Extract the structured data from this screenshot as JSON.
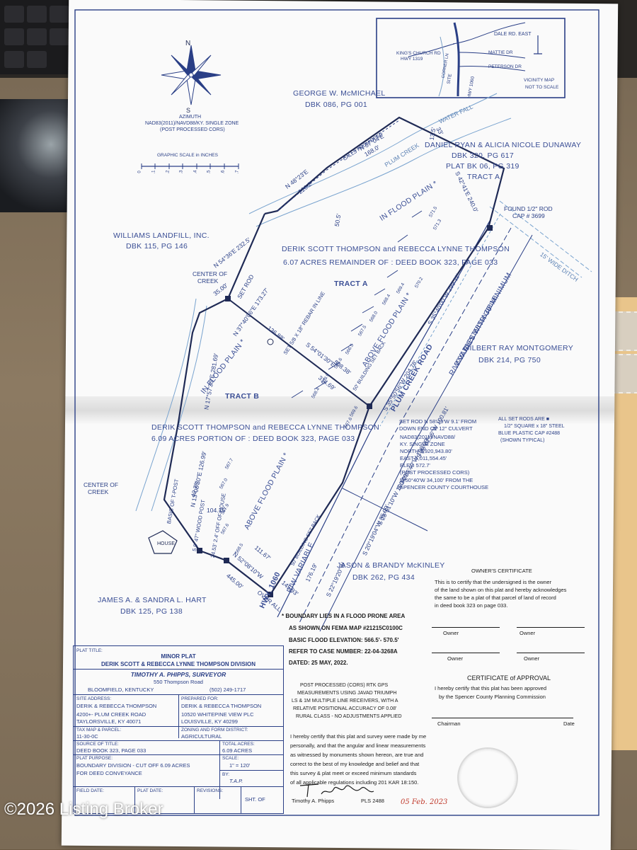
{
  "vicinity": {
    "roads": [
      "DALE RD. EAST",
      "KING'S CHURCH RD",
      "HWY 1319",
      "CORNER LN",
      "MATTIE DR",
      "PETERSON DR",
      "SITE",
      "HWY 1060"
    ],
    "caption": "VICINITY MAP",
    "caption2": "NOT TO SCALE"
  },
  "north": {
    "azimuth": "AZIMUTH",
    "datum": "NAD83(2011)/NAVD88/KY. SINGLE ZONE",
    "datum2": "(POST PROCESSED CORS)",
    "scale_title": "GRAPHIC SCALE in INCHES",
    "scale_ticks": [
      "0",
      ".1",
      ".2",
      ".3",
      ".4",
      ".5",
      ".6",
      ".7"
    ]
  },
  "owners": {
    "mcmichael_name": "GEORGE W. McMICHAEL",
    "mcmichael_dbk": "DBK 086, PG 001",
    "dunaway_name": "DANIEL RYAN & ALICIA NICOLE DUNAWAY",
    "dunaway_dbk": "DBK 320, PG 617",
    "dunaway_plat": "PLAT BK 06, PG 319",
    "dunaway_tract": "TRACT A",
    "landfill_name": "WILLIAMS LANDFILL, INC.",
    "landfill_dbk": "DBK 115, PG 146",
    "montgomery_name": "GILBERT RAY MONTGOMERY",
    "montgomery_dbk": "DBK 214, PG 750",
    "mckinley_name": "JASON & BRANDY McKINLEY",
    "mckinley_dbk": "DBK 262, PG 434",
    "hart_name": "JAMES A. & SANDRA L. HART",
    "hart_dbk": "DBK 125, PG 138"
  },
  "tracts": {
    "a_owner": "DERIK SCOTT THOMPSON and REBECCA LYNNE THOMPSON",
    "a_desc": "6.07 ACRES REMAINDER OF : DEED BOOK 323, PAGE 033",
    "a_label": "TRACT A",
    "b_label": "TRACT B",
    "b_owner": "DERIK SCOTT THOMPSON and REBECCA LYNNE THOMPSON",
    "b_desc": "6.09 ACRES PORTION OF : DEED BOOK 323, PAGE 033",
    "flood1": "IN FLOOD PLAIN *",
    "flood2": "IN FLOOD PLAIN *",
    "above1": "ABOVE FLOOD PLAIN *",
    "above2": "ABOVE FLOOD PLAIN *"
  },
  "features": {
    "plum_creek": "PLUM CREEK",
    "water_fall": "WATER FALL",
    "ditch": "15' WIDE DITCH",
    "found_rod": "FOUND 1/2\" ROD",
    "found_cap": "CAP # 3699",
    "center_creek1": "CENTER OF",
    "center_creek1b": "CREEK",
    "center_creek2": "CENTER OF",
    "center_creek2b": "CREEK",
    "set_rod": "SET ROD",
    "rebar": "SET 5/8 X 18\" REBAR IN LINE",
    "house": "HOUSE",
    "road1": "PLUM CREEK ROAD",
    "road1_row": "R/W VARIES WITH 30' MINIMUM",
    "road2": "HWY. 1060",
    "road2_row": "R/W VARIABLE",
    "to_peterson": "2000' TO PETERSON DRIVE",
    "bldg_setback": "50' BUILDING SET BACK",
    "calls": "CALLS FROM DEED"
  },
  "bearings": {
    "b1": "N 48°23'E",
    "d1": "226.2'",
    "b2": "N 57°04'E",
    "d2": "168.0'",
    "b3": "N 54°36'E  232.5'",
    "b4": "S 42°41'E  240.0'",
    "b5": "S 35°40'00\"W  299.11'",
    "b6": "S 54°01'30\"E",
    "d6a": "136.88'",
    "d6b": "508.38'",
    "d6c": "314.69'",
    "b7": "S 35°50'56\"W  204.78'",
    "b8": "N 37°40'06\"E  173.27'",
    "b9": "N 17°57'30\"E  281.69'",
    "b10": "N 13°08'30\"E  126.99'",
    "d10": "42.78'",
    "d11": "104.15'",
    "d12": "111.67'",
    "b13": "N 52°08'10\"W",
    "d13": "445.00'",
    "d13b": "OVER ALL",
    "d14": "145.93'",
    "d15": "176.19'",
    "b16": "S 22°19'20\"W",
    "b17": "S 20°19'04\"W  85.09'",
    "b18": "S 28°51'10\"W  100.00'",
    "b19": "S 34°05'40\"W  100.00'",
    "b20": "S 38°02'56\"W  100.81'",
    "wood_post": "5.0' 47\" WOOD POST",
    "off_house": "24.53' 2.4' OFF OF HOUSE",
    "basic_tpost": "BASIC OF T-POST",
    "d_a": "50.5'",
    "d_b": "35.00'",
    "d_c": "33'",
    "d_d": "13.5'"
  },
  "elevations": [
    "571.5",
    "571.3",
    "570.2",
    "569.4",
    "568.4",
    "568.0",
    "567.5",
    "566.5",
    "565.6",
    "569.9",
    "568.4",
    "569.6",
    "567.6",
    "567.7",
    "567.0",
    "567.9",
    "567.6",
    "568.5"
  ],
  "control": {
    "line1": "SET ROD N 58°19'W 9.1' FROM",
    "line2": "DOWN END OF 12\" CULVERT",
    "line3": "NAD83(2011)/NAVD88/",
    "line4": "KY. SINGLE ZONE",
    "north": "NORTH  3,920,943.80'",
    "east": "EAST    5,011,554.45'",
    "elev": "ELEV.   572.7'",
    "cors": "(POST PROCESSED CORS)",
    "courthouse1": "N 50°40'W 34,100' FROM THE",
    "courthouse2": "SPENCER COUNTY COURTHOUSE"
  },
  "setrods": {
    "l1": "ALL SET RODS ARE ■",
    "l2": "1/2\" SQUARE x 18\" STEEL",
    "l3": "BLUE PLASTIC CAP #2488",
    "l4": "(SHOWN TYPICAL)"
  },
  "flood_note": {
    "l1": "* BOUNDARY LIES IN A FLOOD PRONE AREA",
    "l2": "AS SHOWN ON FEMA MAP #21215C0100C",
    "l3": "BASIC FLOOD ELEVATION: 566.5'- 570.5'",
    "l4": "REFER TO CASE NUMBER: 22-04-3268A",
    "l5": "DATED:  25 MAY, 2022."
  },
  "gps_note": {
    "l1": "POST PROCESSED (CORS) RTK GPS",
    "l2": "MEASUREMENTS USING JAVAD TRIUMPH",
    "l3": "LS & 1M MULTIPLE LINE RECEIVERS, WITH A",
    "l4": "RELATIVE POSITIONAL ACCURACY OF 0.08'",
    "l5": "RURAL CLASS - NO ADJUSTMENTS APPLIED"
  },
  "owner_cert": {
    "title": "OWNER'S CERTIFICATE",
    "l1": "This is to certify that the undersigned is the owner",
    "l2": "of the land shown on this plat and hereby acknowledges",
    "l3": "the same to be a plat of that parcel of land of record",
    "l4": "in deed book 323 on page 033.",
    "owner": "Owner"
  },
  "approval": {
    "title": "CERTIFICATE of APPROVAL",
    "l1": "I hereby certify that this plat has been approved",
    "l2": "by the Spencer County Planning Commission",
    "chairman": "Chairman",
    "date": "Date"
  },
  "survey_cert": {
    "l1": "I hereby certify that this plat and survey were made by me",
    "l2": "personally, and that the angular and linear measurements",
    "l3": "as witnessed by monuments shown hereon, are true and",
    "l4": "correct to the best of my knowledge and belief and that",
    "l5": "this survey & plat meet or exceed minimum standards",
    "l6": "of all applicable regulations including 201 KAR 18:150.",
    "signer": "Timothy A. Phipps",
    "pls": "PLS 2488",
    "date": "05 Feb. 2023"
  },
  "titleblock": {
    "plat_title_label": "PLAT TITLE:",
    "title1": "MINOR PLAT",
    "title2": "DERIK SCOTT & REBECCA LYNNE THOMPSON DIVISION",
    "surveyor": "TIMOTHY A. PHIPPS, SURVEYOR",
    "surveyor_addr": "550 Thompson Road",
    "surveyor_city": "BLOOMFIELD, KENTUCKY",
    "surveyor_phone": "(502) 249-1717",
    "site_label": "SITE ADDRESS:",
    "site_name": "DERIK & REBECCA THOMPSON",
    "site_addr": "4200+- PLUM CREEK ROAD",
    "site_city": "TAYLORSVILLE, KY    40071",
    "prep_label": "PREPARED FOR:",
    "prep_name": "DERIK & REBECCA THOMPSON",
    "prep_addr": "10520 WHITEPINE VIEW PLC",
    "prep_city": "LOUISVILLE, KY    40299",
    "tax_label": "TAX MAP & PARCEL:",
    "tax_val": "11-30-0C",
    "zoning_label": "ZONING AND FORM DISTRICT:",
    "zoning_val": "AGRICULTURAL",
    "source_label": "SOURCE OF TITLE:",
    "source_val": "DEED BOOK 323, PAGE 033",
    "acres_label": "TOTAL ACRES:",
    "acres_val": "6.09 ACRES",
    "purpose_label": "PLAT PURPOSE:",
    "purpose_l1": "BOUNDARY DIVISION - CUT OFF 6.09 ACRES",
    "purpose_l2": "FOR DEED CONVEYANCE",
    "scale_label": "SCALE:",
    "scale_val": "1\" = 120'",
    "by_label": "BY:",
    "by_val": "T.A.P.",
    "field_label": "FIELD DATE:",
    "plat_date_label": "PLAT DATE:",
    "revisions_label": "REVISIONS:",
    "sht": "SHT.  OF"
  },
  "watermark": "©2026 Listing Broker"
}
